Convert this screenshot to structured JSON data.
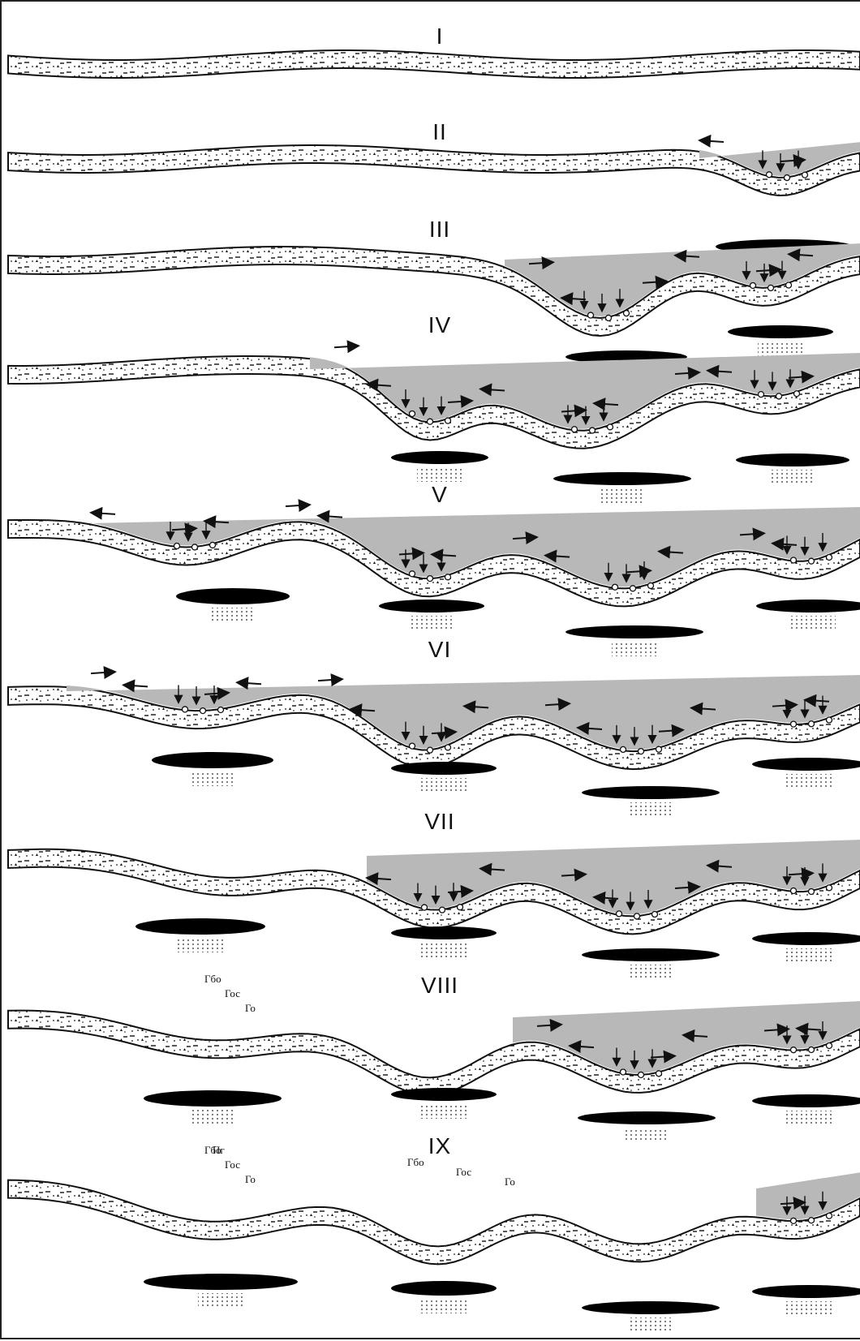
{
  "stages": [
    {
      "label": "I",
      "zones": []
    },
    {
      "label": "II",
      "zones": []
    },
    {
      "label": "III",
      "zones": []
    },
    {
      "label": "IV",
      "zones": []
    },
    {
      "label": "V",
      "zones": []
    },
    {
      "label": "VI",
      "zones": []
    },
    {
      "label": "VII",
      "zones": []
    },
    {
      "label": "VIII",
      "zones": [
        "Гбо",
        "Гос",
        "Го"
      ]
    },
    {
      "label": "IX",
      "zones": [
        "Гбо",
        "Гос",
        "Го",
        "Пг",
        "Гбо",
        "Гос",
        "Го"
      ]
    }
  ],
  "colors": {
    "frame": "#222222",
    "water_fill": "#b8b8b8",
    "sediment_fill": "#ffffff",
    "body_fill": "#000000",
    "line": "#111111"
  },
  "symbols": {
    "sediment": "dotted-dashed-triangle-pattern",
    "flow": "arrow",
    "precipitation": "down-arrow",
    "nodule": "circle",
    "ore_body": "black-lens"
  }
}
